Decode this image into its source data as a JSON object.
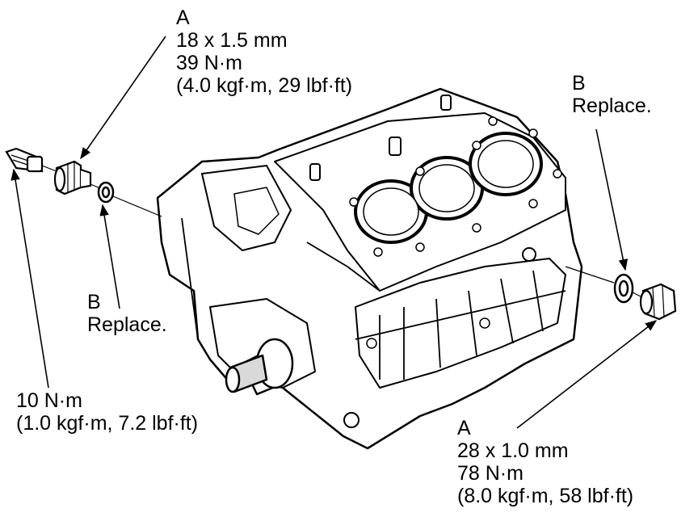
{
  "callouts": {
    "a_top": {
      "letter": "A",
      "size": "18 x 1.5 mm",
      "torque": "39 N·m",
      "torque_alt": "(4.0 kgf·m, 29 lbf·ft)"
    },
    "b_right": {
      "letter": "B",
      "note": "Replace."
    },
    "b_left": {
      "letter": "B",
      "note": "Replace."
    },
    "torque_left": {
      "torque": "10 N·m",
      "torque_alt": "(1.0 kgf·m, 7.2 lbf·ft)"
    },
    "a_bottom": {
      "letter": "A",
      "size": "28 x 1.0 mm",
      "torque": "78 N·m",
      "torque_alt": "(8.0 kgf·m, 58 lbf·ft)"
    }
  },
  "colors": {
    "ink": "#000000",
    "paper": "#ffffff",
    "shade": "#d9d9d9"
  }
}
